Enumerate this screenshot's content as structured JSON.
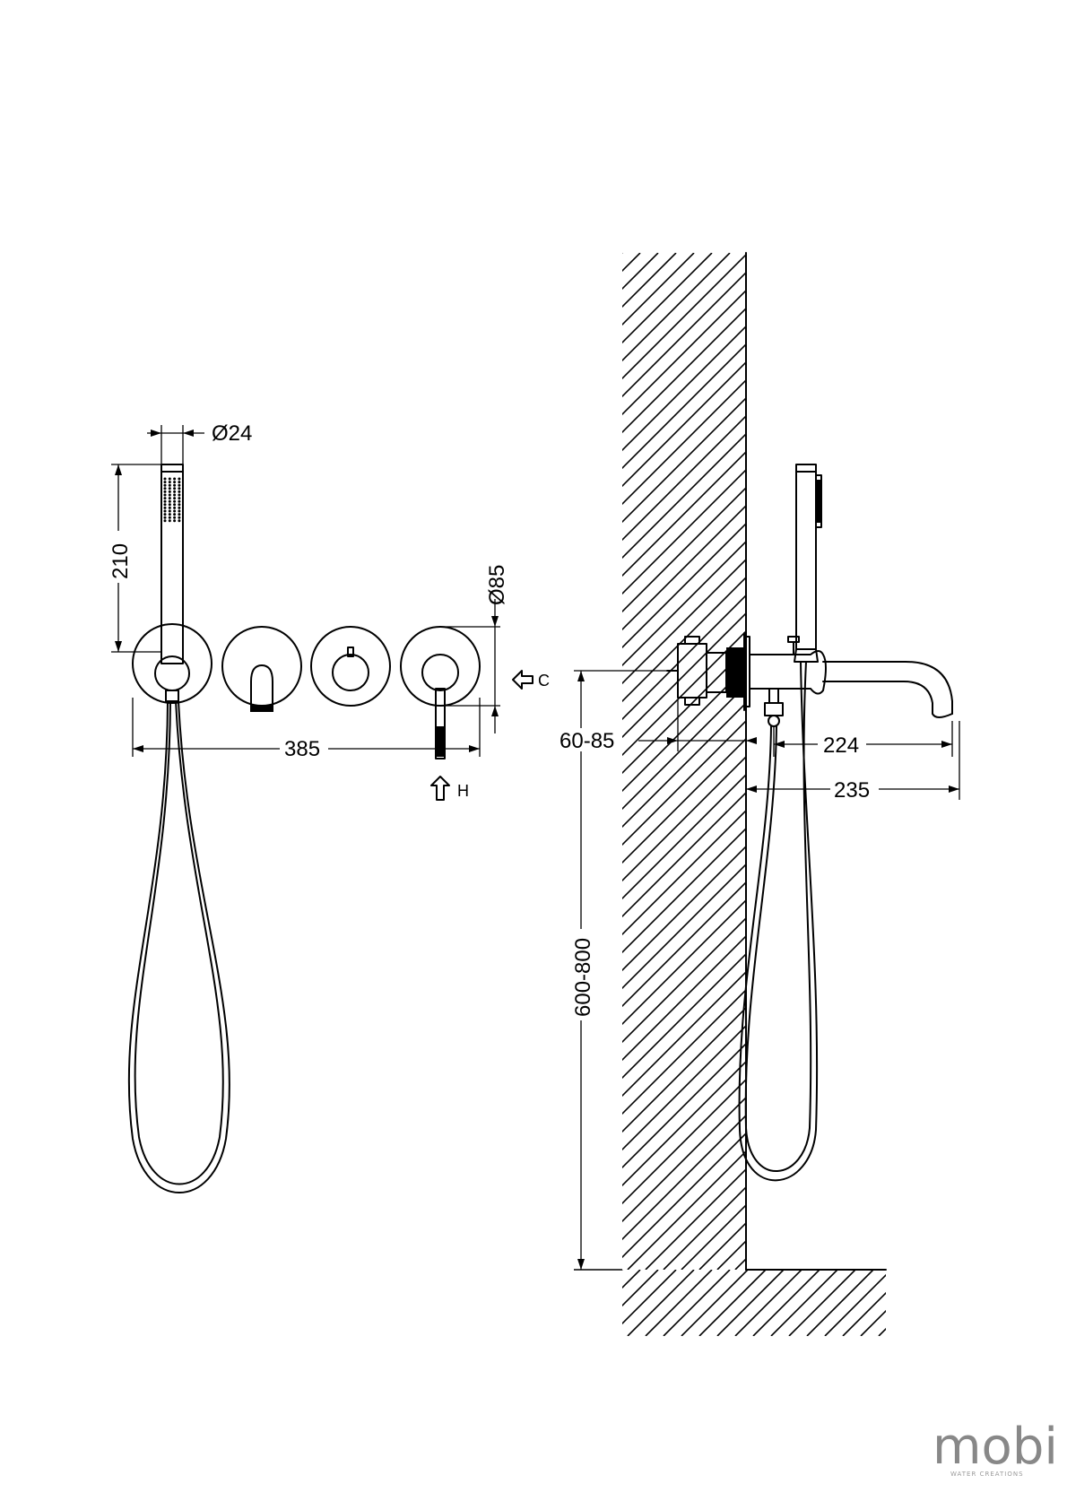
{
  "front_view": {
    "dim_diameter_handshower": "Ø24",
    "dim_handshower_height": "210",
    "dim_plate_diameter": "Ø85",
    "dim_overall_width": "385",
    "inlet_cold": "C",
    "inlet_hot": "H"
  },
  "side_view": {
    "dim_wall_depth": "60-85",
    "dim_spout_reach": "224",
    "dim_total_projection": "235",
    "dim_mounting_height": "600-800"
  },
  "brand": {
    "logo": "mobi",
    "tagline": "WATER CREATIONS"
  }
}
